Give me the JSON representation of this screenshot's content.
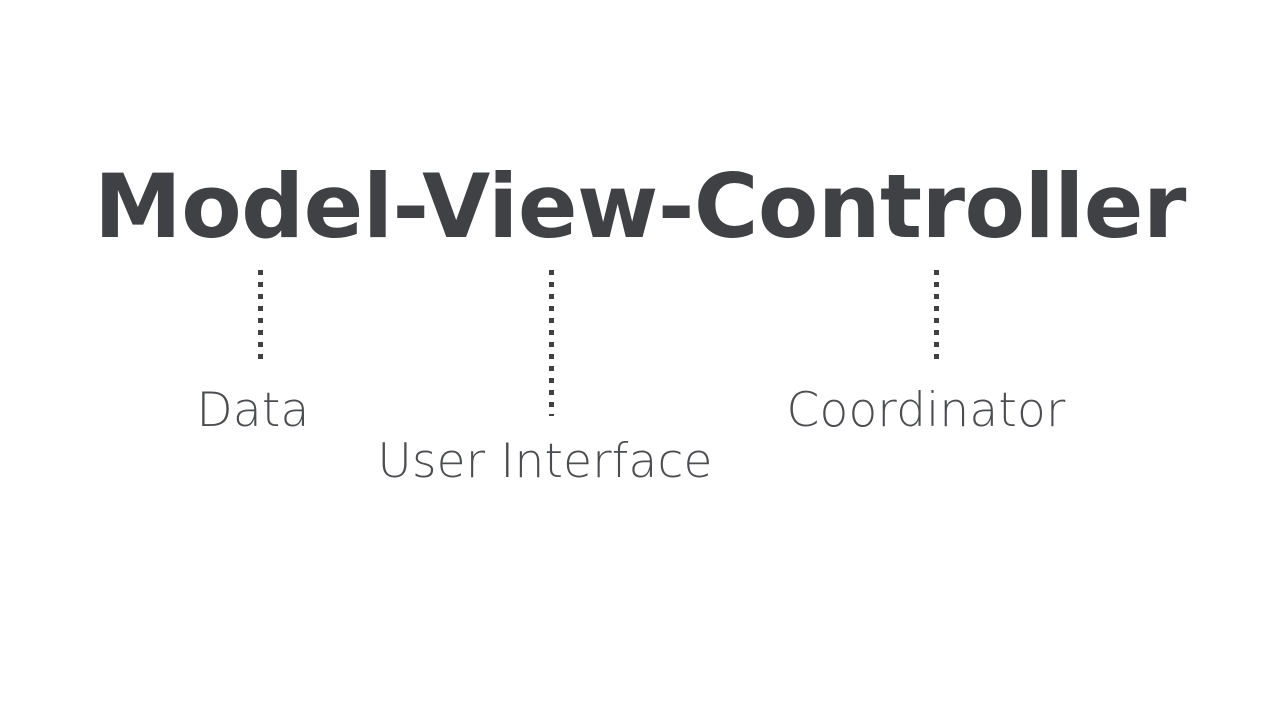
{
  "slide": {
    "background_color": "#ffffff",
    "title": "Model-View-Controller",
    "title_color": "#3f4145",
    "label_color": "#4b4d51",
    "connector_color": "#3f4145",
    "annotations": [
      {
        "id": "model",
        "term": "Model",
        "label": "Data",
        "connector": "dotted-vertical-line"
      },
      {
        "id": "view",
        "term": "View",
        "label": "User Interface",
        "connector": "dotted-vertical-line"
      },
      {
        "id": "controller",
        "term": "Controller",
        "label": "Coordinator",
        "connector": "dotted-vertical-line"
      }
    ]
  }
}
